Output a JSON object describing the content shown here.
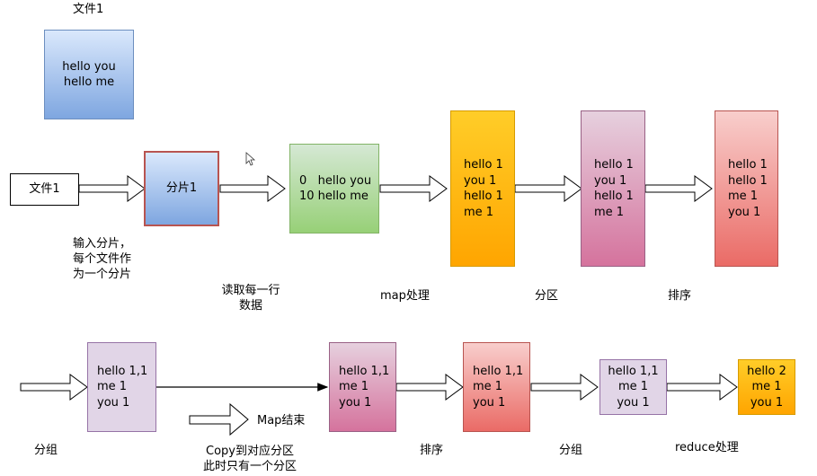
{
  "top": {
    "file_title": "文件1",
    "file_box_lines": [
      "hello you",
      "hello me"
    ]
  },
  "row1": {
    "input_file": "文件1",
    "split_box": "分片1",
    "read_box_lines": [
      "0   hello you",
      "10 hello me"
    ],
    "map_box_lines": [
      "hello 1",
      "you 1",
      "hello 1",
      "me 1"
    ],
    "partition_box_lines": [
      "hello 1",
      "you 1",
      "hello 1",
      "me 1"
    ],
    "sort_box_lines": [
      "hello 1",
      "hello 1",
      "me 1",
      "you 1"
    ],
    "label_split": [
      "输入分片，",
      "每个文件作",
      "为一个分片"
    ],
    "label_read": [
      "读取每一行",
      "数据"
    ],
    "label_map": "map处理",
    "label_partition": "分区",
    "label_sort": "排序"
  },
  "row2": {
    "group_box_lines": [
      "hello 1,1",
      "me 1",
      "you 1"
    ],
    "copy_box_lines": [
      "hello 1,1",
      "me 1",
      "you 1"
    ],
    "sort_box_lines": [
      "hello 1,1",
      "me 1",
      "you 1"
    ],
    "group2_box_lines": [
      "hello 1,1",
      "me 1",
      "you 1"
    ],
    "reduce_box_lines": [
      "hello 2",
      "me 1",
      "you 1"
    ],
    "map_end_label": "Map结束",
    "label_group": "分组",
    "label_copy": [
      "Copy到对应分区",
      "此时只有一个分区"
    ],
    "label_sort": "排序",
    "label_group2": "分组",
    "label_reduce": "reduce处理"
  }
}
